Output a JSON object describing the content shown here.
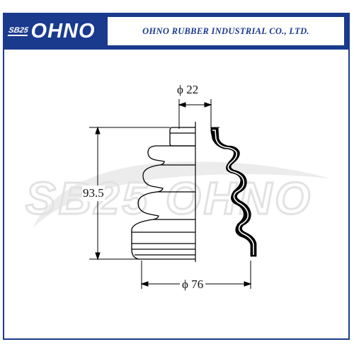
{
  "header": {
    "logo_badge": "SB25",
    "logo_text": "OHNO",
    "company_name": "OHNO RUBBER INDUSTRIAL CO., LTD."
  },
  "dimensions": {
    "inner_diameter": "ϕ 22",
    "outer_diameter": "ϕ 76",
    "height": "93.5"
  },
  "watermark": {
    "text": "SB25 OHNO"
  },
  "colors": {
    "brand_blue": "#1a3a8e",
    "line": "#000000",
    "watermark": "#e9e9e9"
  }
}
